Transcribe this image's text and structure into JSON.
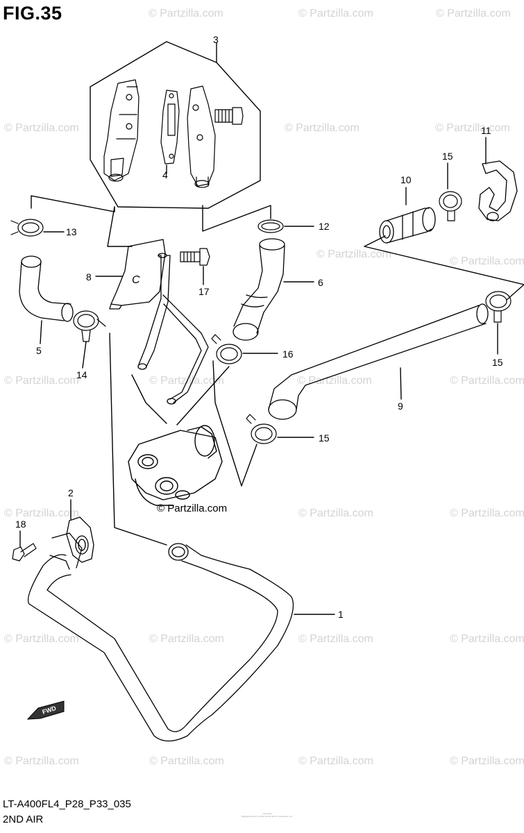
{
  "figure": {
    "title": "FIG.35",
    "model_code": "LT-A400FL4_P28_P33_035",
    "section_title": "2ND AIR",
    "fine_print_1": "Copyright",
    "fine_print_2": "Highlight printed (c) 2014 Suzuki Motor Corporation, Inc."
  },
  "watermark": {
    "small_text": "© Partzilla.com",
    "center_text": "© Partzilla.com"
  },
  "callouts": [
    "1",
    "2",
    "3",
    "4",
    "5",
    "6",
    "8",
    "9",
    "10",
    "11",
    "12",
    "13",
    "14",
    "15",
    "15",
    "15",
    "16",
    "17",
    "18"
  ],
  "fwd_label": "FWD",
  "colors": {
    "line": "#000000",
    "watermark": "#d3d3d3",
    "background": "#ffffff"
  }
}
